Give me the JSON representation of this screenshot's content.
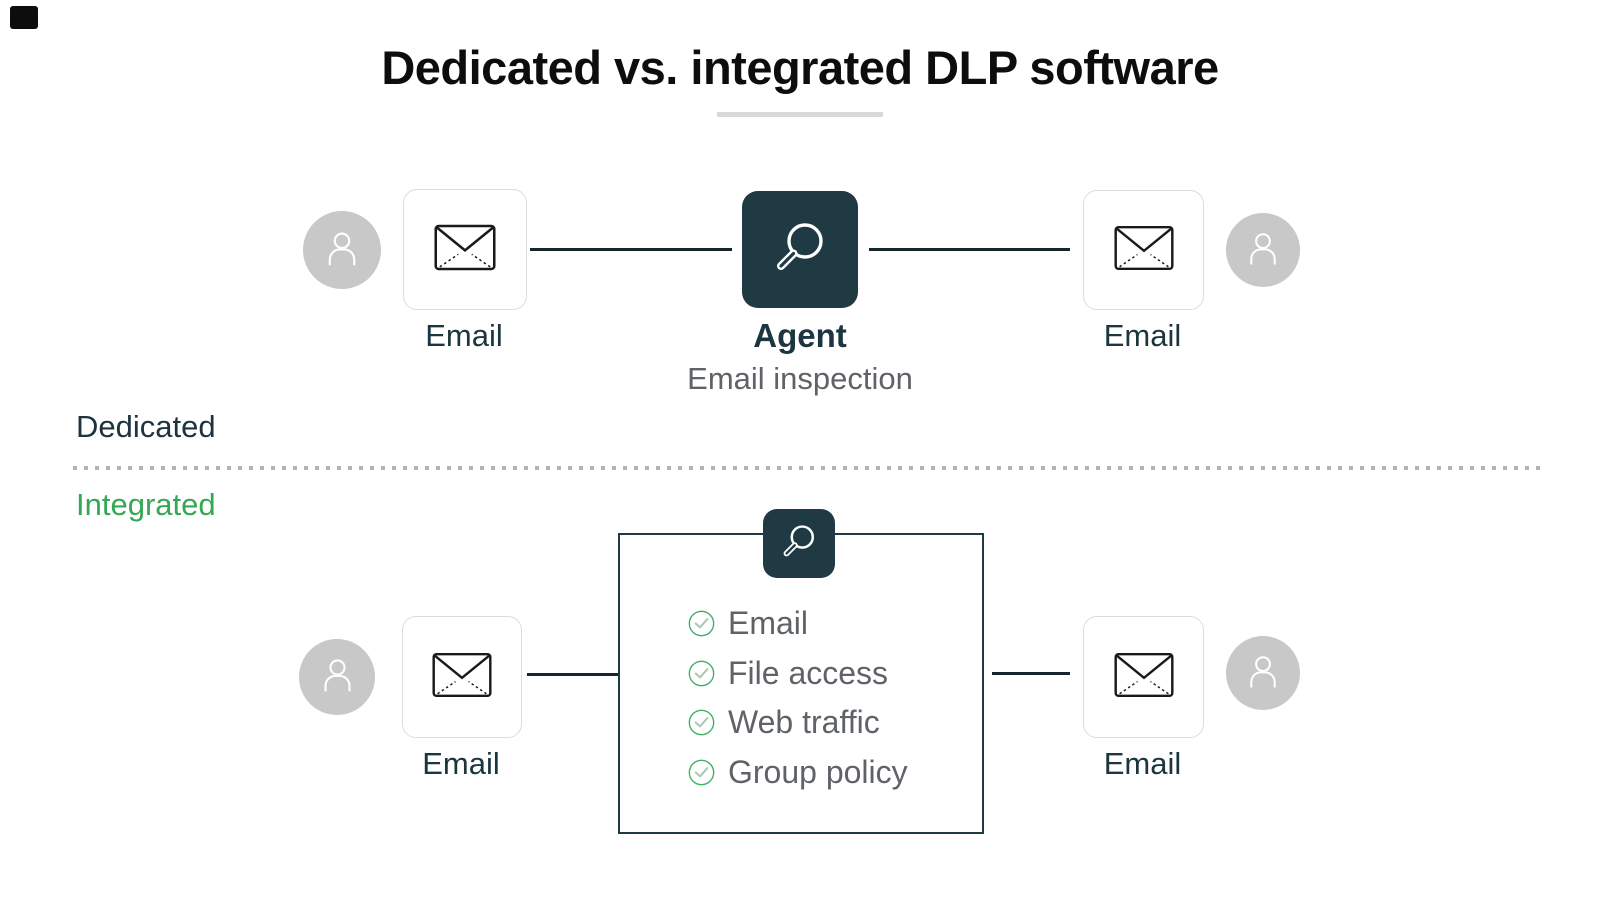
{
  "title": "Dedicated vs. integrated DLP software",
  "dedicated": {
    "label": "Dedicated",
    "email_left": "Email",
    "agent": {
      "title": "Agent",
      "subtitle": "Email inspection"
    },
    "email_right": "Email"
  },
  "integrated": {
    "label": "Integrated",
    "email_left": "Email",
    "checklist": [
      "Email",
      "File access",
      "Web traffic",
      "Group policy"
    ],
    "email_right": "Email"
  },
  "icons": {
    "agent_box": "magnifier-icon",
    "integrated_badge": "magnifier-icon",
    "email_nodes": "envelope-icon",
    "users": "person-icon",
    "checklist_bullet": "check-circle-icon"
  },
  "colors": {
    "dark_teal": "#1f3a43",
    "green": "#34a853",
    "text_dark": "#1b3640",
    "text_gray": "#5f6368",
    "avatar_gray": "#c8c8c8",
    "underline_gray": "#d8d8d8",
    "title_black": "#0d0d0f"
  }
}
